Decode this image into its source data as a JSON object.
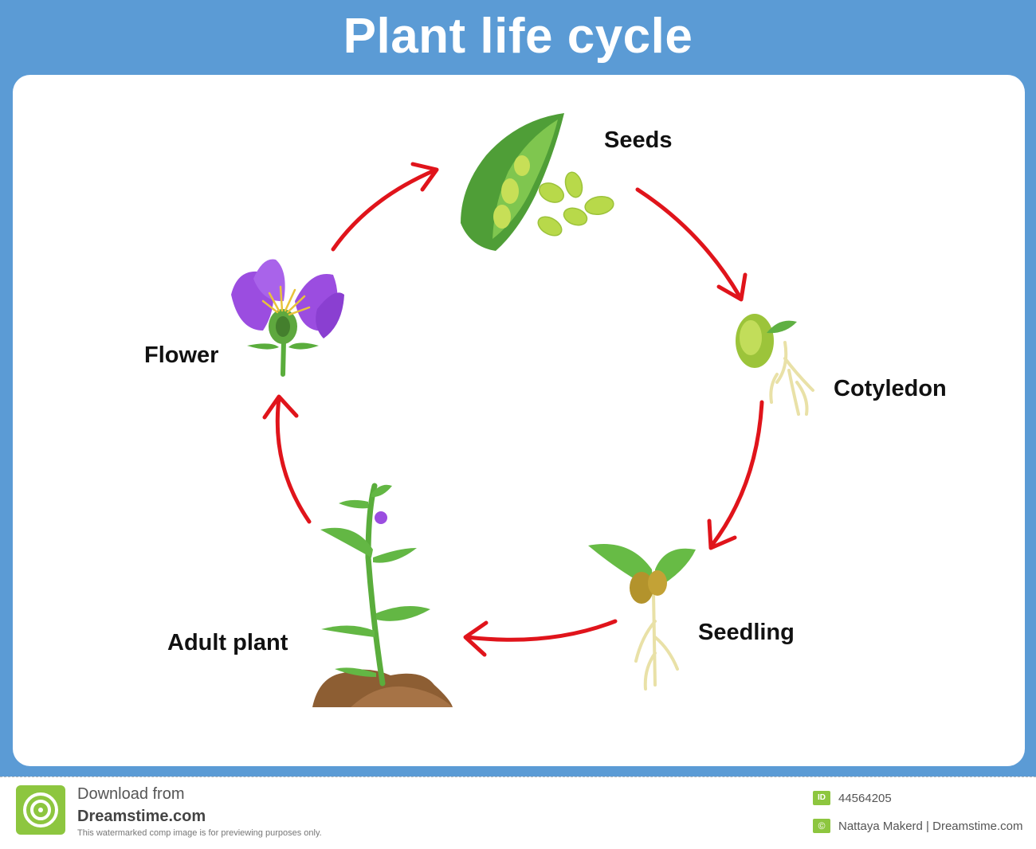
{
  "title": "Plant life cycle",
  "stages": {
    "seeds": "Seeds",
    "cotyledon": "Cotyledon",
    "seedling": "Seedling",
    "adult_plant": "Adult plant",
    "flower": "Flower"
  },
  "colors": {
    "frame": "#5b9bd5",
    "arrow": "#e0141b",
    "leaf": "#6cc04a",
    "flower": "#9b4de0",
    "soil": "#9a6a3e",
    "seed": "#b8d94a"
  },
  "footer": {
    "download_from": "Download from",
    "site": "Dreamstime.com",
    "note": "This watermarked comp image is for previewing purposes only.",
    "id_badge": "ID",
    "id_value": "44564205",
    "copyright_badge": "©",
    "credit": "Nattaya Makerd | Dreamstime.com"
  }
}
